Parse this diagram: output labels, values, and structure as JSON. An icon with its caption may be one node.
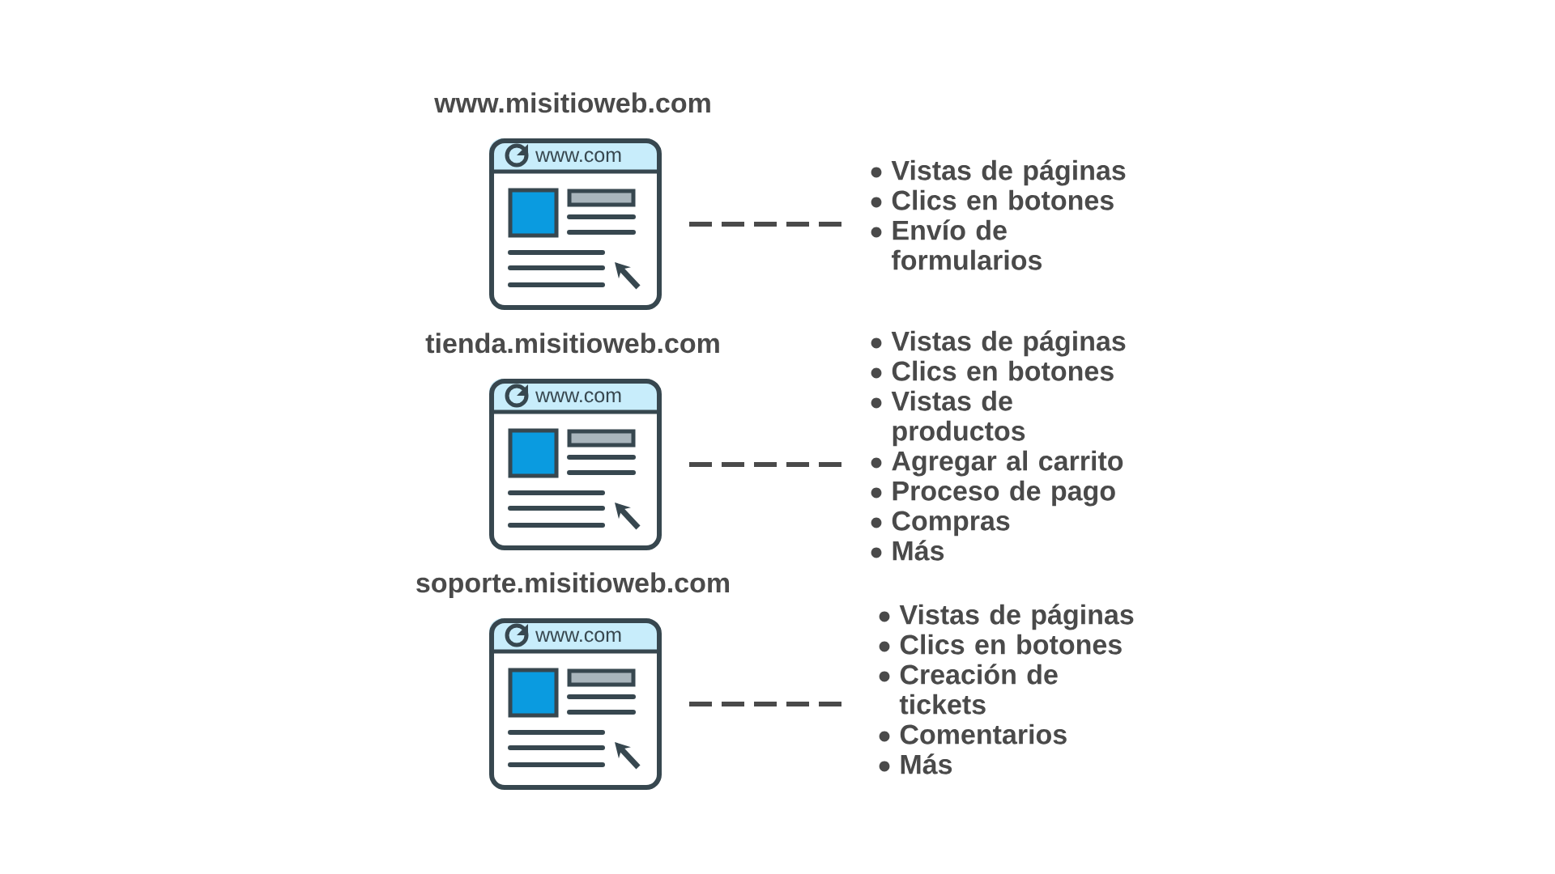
{
  "diagram": {
    "nodes": [
      {
        "text": [
          "www.misitioweb.com",
          "www.com"
        ]
      },
      {
        "text": [
          "Vistas de páginas",
          "Clics en botones",
          "Envío de formularios"
        ]
      },
      {
        "text": [
          "tienda.misitioweb.com",
          "www.com"
        ]
      },
      {
        "text": [
          "Vistas de páginas",
          "Clics en botones",
          "Vistas de productos",
          "Agregar al carrito",
          "Proceso de pago",
          "Compras",
          "Más"
        ]
      },
      {
        "text": [
          "soporte.misitioweb.com",
          "www.com"
        ]
      },
      {
        "text": [
          "Vistas de páginas",
          "Clics en botones",
          "Creación de tickets",
          "Comentarios",
          "Más"
        ]
      }
    ],
    "edges": [
      {
        "from": 0,
        "to": 1,
        "arrow": "none",
        "style": "dashed"
      },
      {
        "from": 2,
        "to": 3,
        "arrow": "none",
        "style": "dashed"
      },
      {
        "from": 4,
        "to": 5,
        "arrow": "none",
        "style": "dashed"
      }
    ]
  }
}
